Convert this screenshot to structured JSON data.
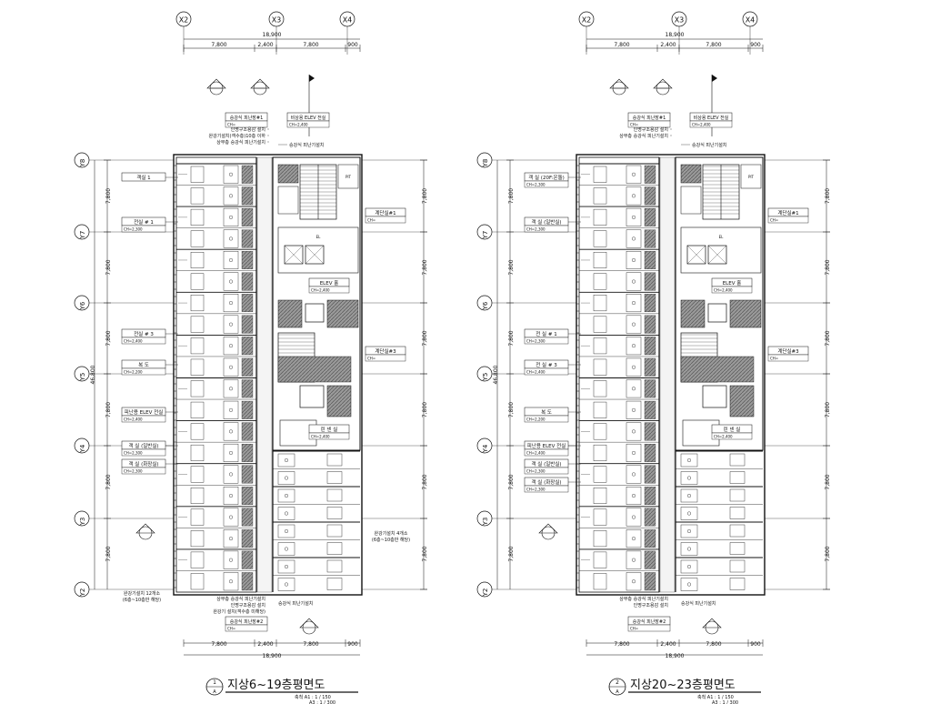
{
  "plans": [
    {
      "number": "1",
      "sub": "A",
      "title": "지상6~19층평면도",
      "scale_a1": "축척 A1 : 1 / 150",
      "scale_a3": "A3 : 1 / 300",
      "grid_x": [
        "X2",
        "X3",
        "X4"
      ],
      "grid_y": [
        "Y8",
        "Y7",
        "Y6",
        "Y5",
        "Y4",
        "Y3",
        "Y2"
      ],
      "total_width": "18,900",
      "dims_top": [
        "7,800",
        "2,400",
        "7,800",
        "900"
      ],
      "dims_bottom": [
        "7,800",
        "2,400",
        "7,800",
        "900"
      ],
      "left_dims": [
        "7,800",
        "7,800",
        "7,800",
        "7,800",
        "7,800",
        "7,800"
      ],
      "right_dims": [
        "7,800",
        "7,800",
        "7,800",
        "7,800",
        "7,800",
        "7,800"
      ],
      "total_height": "46,800",
      "tags": [
        {
          "label": "객실 1"
        },
        {
          "label": "전실 # 1",
          "sub": "CH=2,300"
        },
        {
          "label": "전실 # 3",
          "sub": "CH=2,400"
        },
        {
          "label": "복 도",
          "sub": "CH=2,200"
        },
        {
          "label": "피난용 ELEV 전실",
          "sub": "CH=2,400"
        },
        {
          "label": "객 실 (일반실)",
          "sub": "CH=2,300"
        },
        {
          "label": "객 실 (화장실)",
          "sub": "CH=2,300"
        }
      ],
      "right_tags": [
        {
          "label": "계단실#1",
          "sub": "CH="
        },
        {
          "label": "ELEV 홀",
          "sub": "CH=2,400"
        },
        {
          "label": "계단실#3",
          "sub": "CH="
        },
        {
          "label": "린 넨 실",
          "sub": "CH=2,400"
        }
      ],
      "top_tags": [
        {
          "label": "승강식 피난장#1",
          "sub": "CH="
        },
        {
          "label": "비상용 ELEV 전실",
          "sub": "CH=2,400"
        }
      ],
      "top_notes": [
        "인명구조용감 설치",
        "완강기설치(객수층)10층 이하",
        "상부층 승강식 피난기설치",
        "승강식 피난기설치"
      ],
      "bottom_notes": [
        "상부층 승강식 피난기설치",
        "인명구조용감 설치",
        "완강기 설치(객수층 미해당)"
      ],
      "bottom_tag": {
        "label": "승강식 피난장#2",
        "sub": "CH="
      },
      "right_note": "승강식 피난기설치",
      "left_note_1": "완강기설치 12개소",
      "left_note_2": "(6층~10층만 해당)",
      "right_side_note_1": "완강기설치 4개소",
      "right_side_note_2": "(6층~10층만 해당)"
    },
    {
      "number": "2",
      "sub": "A",
      "title": "지상20~23층평면도",
      "scale_a1": "축척 A1 : 1 / 150",
      "scale_a3": "A3 : 1 / 300",
      "grid_x": [
        "X2",
        "X3",
        "X4"
      ],
      "grid_y": [
        "Y8",
        "Y7",
        "Y6",
        "Y5",
        "Y4",
        "Y3",
        "Y2"
      ],
      "total_width": "18,900",
      "dims_top": [
        "7,800",
        "2,400",
        "7,800",
        "900"
      ],
      "dims_bottom": [
        "7,800",
        "2,400",
        "7,800",
        "900"
      ],
      "left_dims": [
        "7,800",
        "7,800",
        "7,800",
        "7,800",
        "7,800",
        "7,800"
      ],
      "right_dims": [
        "7,800",
        "7,800",
        "7,800",
        "7,800",
        "7,800",
        "7,800"
      ],
      "total_height": "46,800",
      "tags": [
        {
          "label": "객 실 (20F:온돌)",
          "sub": "CH=2,300"
        },
        {
          "label": "객 실 (일반실)",
          "sub": "CH=2,300"
        },
        {
          "label": "전 실 # 1",
          "sub": "CH=2,300"
        },
        {
          "label": "전 실 # 3",
          "sub": "CH=2,400"
        },
        {
          "label": "복 도",
          "sub": "CH=2,200"
        },
        {
          "label": "피난용 ELEV 전실",
          "sub": "CH=2,400"
        },
        {
          "label": "객 실 (일반실)",
          "sub": "CH=2,300"
        },
        {
          "label": "객 실 (화장실)",
          "sub": "CH=2,300"
        }
      ],
      "right_tags": [
        {
          "label": "계단실#1",
          "sub": "CH="
        },
        {
          "label": "ELEV 홀",
          "sub": "CH=2,400"
        },
        {
          "label": "계단실#3",
          "sub": "CH="
        },
        {
          "label": "린 넨 실",
          "sub": "CH=2,400"
        }
      ],
      "top_tags": [
        {
          "label": "승강식 피난장#1",
          "sub": "CH="
        },
        {
          "label": "비상용 ELEV 전실",
          "sub": "CH=2,400"
        }
      ],
      "top_notes": [
        "인명구조용감 설치",
        "상부층 승강식 피난기설치",
        "승강식 피난기설치"
      ],
      "bottom_notes": [
        "상부층 승강식 피난기설치",
        "인명구조용감 설치"
      ],
      "bottom_tag": {
        "label": "승강식 피난장#2",
        "sub": "CH="
      },
      "right_note": "승강식 피난기설치"
    }
  ]
}
